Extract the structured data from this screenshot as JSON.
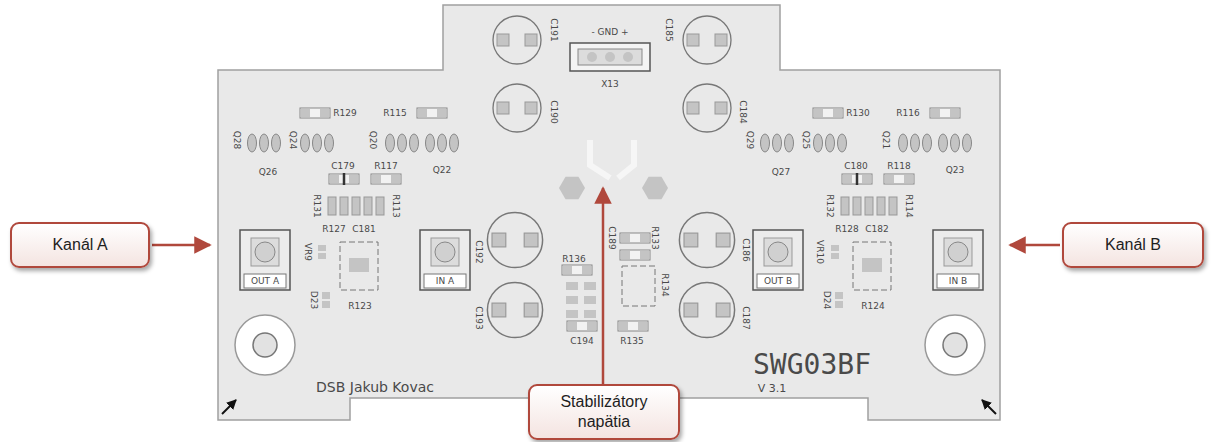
{
  "diagram": {
    "nodes": [
      {
        "text": [
          "Kanál A"
        ]
      },
      {
        "text": [
          "Kanál B"
        ]
      },
      {
        "text": [
          "Stabilizátory napätia"
        ]
      }
    ],
    "labels": [
      "C191",
      "- GND +",
      "C185",
      "C190",
      "X13",
      "C184",
      "R129",
      "R115",
      "R130",
      "R116",
      "Q28",
      "Q24",
      "Q20",
      "Q29",
      "Q25",
      "Q21",
      "Q26",
      "C179",
      "R117",
      "Q22",
      "Q27",
      "C180",
      "R118",
      "Q23",
      "R131",
      "R113",
      "R132",
      "R114",
      "R127",
      "C181",
      "R128",
      "C182",
      "VR9",
      "VR10",
      "OUT A",
      "IN A",
      "C192",
      "C189",
      "R133",
      "R136",
      "R134",
      "C186",
      "OUT B",
      "IN B",
      "D23",
      "R123",
      "D24",
      "R124",
      "C193",
      "C194",
      "R135",
      "C187",
      "SWG03BF",
      "DSB Jakub Kovac",
      "V 3.1"
    ]
  }
}
